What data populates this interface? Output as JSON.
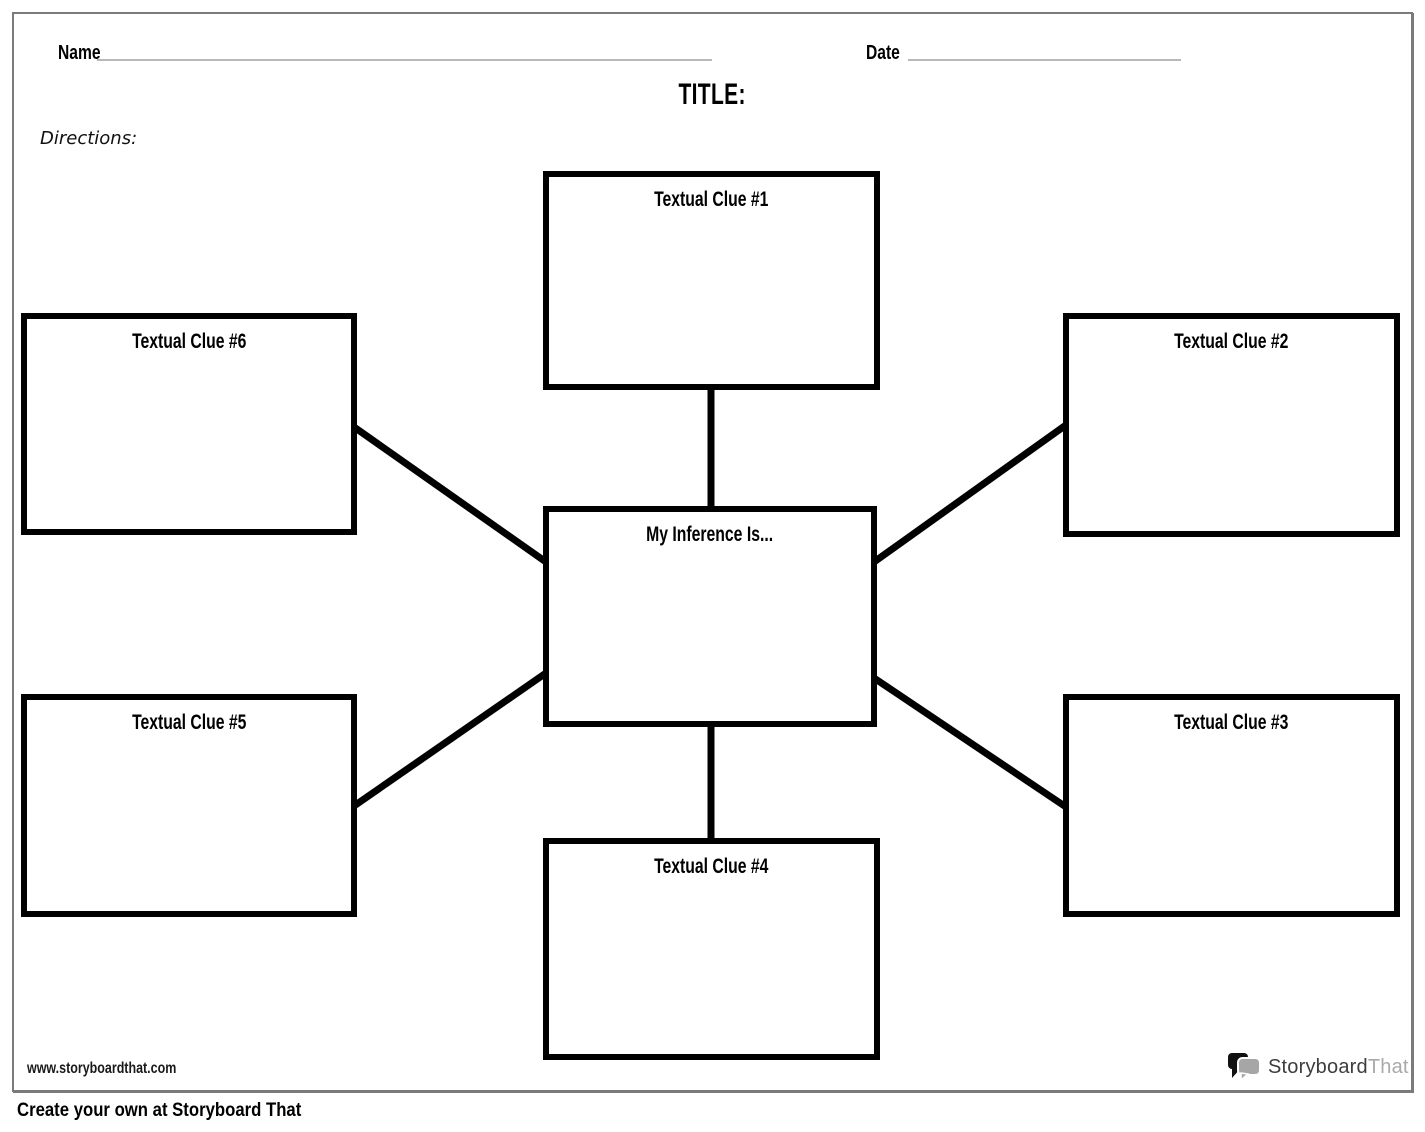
{
  "header": {
    "name_label": "Name",
    "name_value": "",
    "date_label": "Date",
    "date_value": "",
    "title": "TITLE:",
    "directions": "Directions:"
  },
  "diagram": {
    "center_label": "My Inference Is...",
    "clues": [
      {
        "label": "Textual Clue #1"
      },
      {
        "label": "Textual Clue #2"
      },
      {
        "label": "Textual Clue #3"
      },
      {
        "label": "Textual Clue #4"
      },
      {
        "label": "Textual Clue #5"
      },
      {
        "label": "Textual Clue #6"
      }
    ]
  },
  "footer": {
    "website": "www.storyboardthat.com",
    "logo": {
      "part1": "Storyboard",
      "part2": "That",
      "icon": "speech-bubbles-icon"
    },
    "tagline": "Create your own at Storyboard That"
  },
  "colors": {
    "box_border": "#000000",
    "connector": "#000000",
    "page_border": "#7b7b7b",
    "field_line": "#b8b8b8",
    "logo_dark": "#3d3d3d",
    "logo_light": "#a9a9a9"
  }
}
